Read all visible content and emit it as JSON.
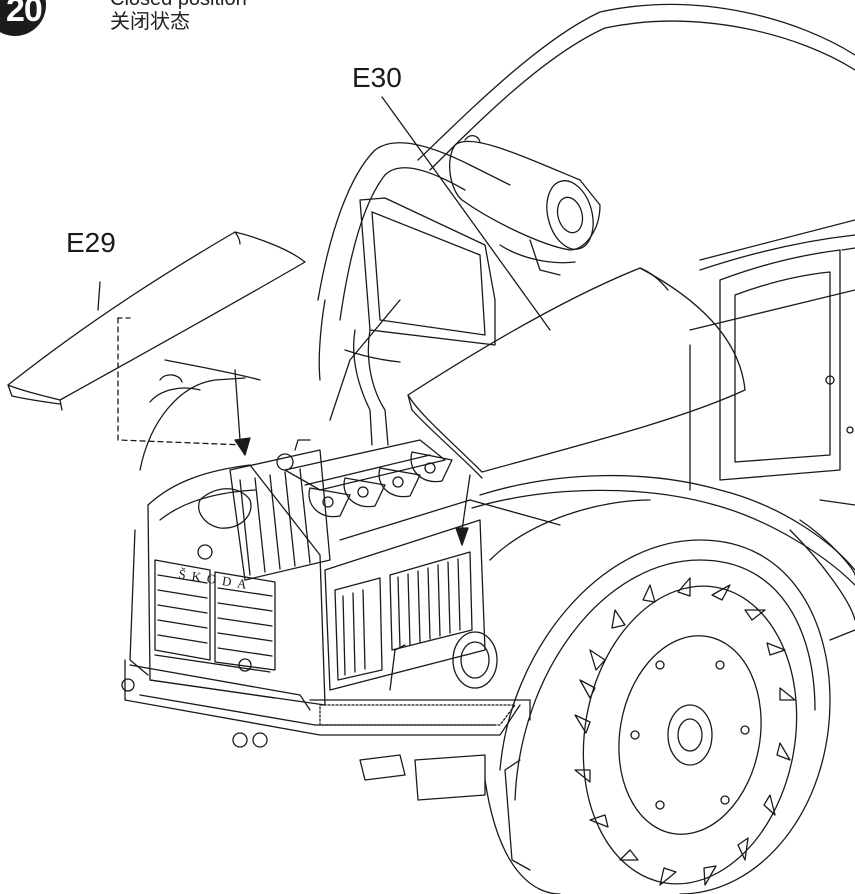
{
  "step": {
    "number": "20"
  },
  "caption": {
    "line_en": "Closed position",
    "line_zh": "关闭状态"
  },
  "parts": [
    {
      "id": "E30",
      "label": "E30"
    },
    {
      "id": "E29",
      "label": "E29"
    }
  ],
  "grille_badge": {
    "text": "ŠKODA"
  },
  "colors": {
    "ink": "#1a1a1a",
    "paper": "#ffffff",
    "badge": "#1c1c1c"
  }
}
